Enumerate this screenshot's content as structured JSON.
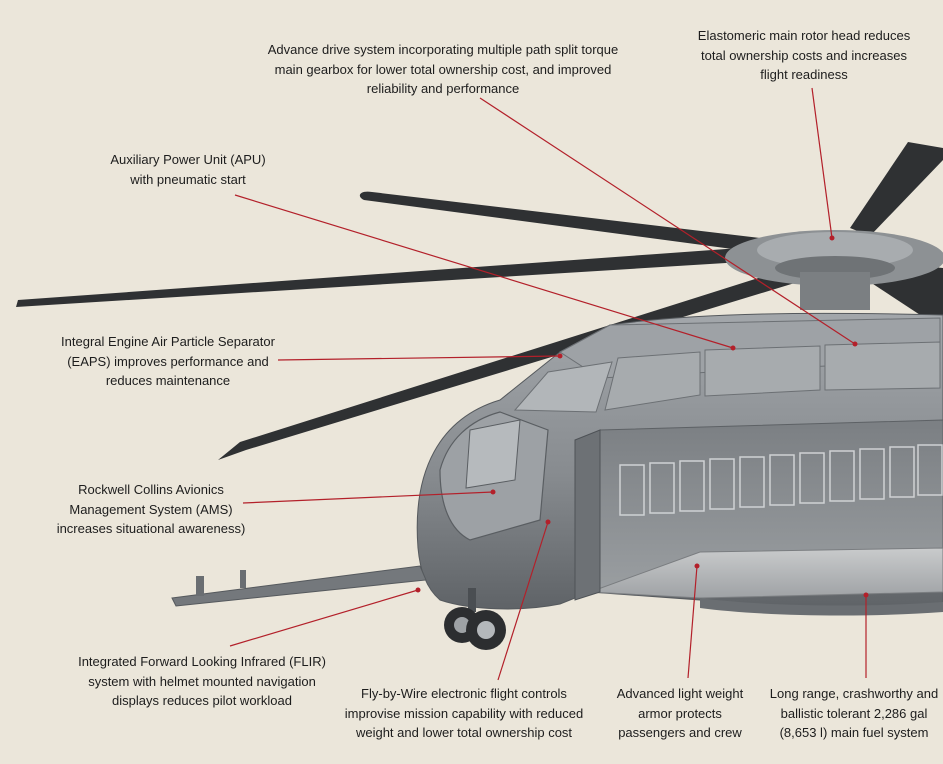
{
  "colors": {
    "background": "#ebe6da",
    "leader_line": "#b3202a",
    "fuselage": "#8a8e92",
    "rotor_blade": "#2f3133",
    "text": "#1d1d1d"
  },
  "callouts": {
    "drive_system": {
      "lines": [
        "Advance drive system incorporating multiple path split torque",
        "main gearbox for lower total ownership cost, and improved",
        "reliability and performance"
      ]
    },
    "rotor_head": {
      "lines": [
        "Elastomeric main rotor head reduces",
        "total ownership costs and increases",
        "flight readiness"
      ]
    },
    "apu": {
      "lines": [
        "Auxiliary Power Unit (APU)",
        "with pneumatic start"
      ]
    },
    "eaps": {
      "lines": [
        "Integral Engine Air Particle Separator",
        "(EAPS) improves performance and",
        "reduces maintenance"
      ]
    },
    "avionics": {
      "lines": [
        "Rockwell Collins Avionics",
        "Management System (AMS)",
        "increases situational awareness)"
      ]
    },
    "flir": {
      "lines": [
        "Integrated Forward Looking Infrared (FLIR)",
        "system with helmet mounted navigation",
        "displays reduces pilot workload"
      ]
    },
    "fly_by_wire": {
      "lines": [
        "Fly-by-Wire electronic flight controls",
        "improvise mission capability with reduced",
        "weight and lower total ownership cost"
      ]
    },
    "armor": {
      "lines": [
        "Advanced light weight",
        "armor protects",
        "passengers and crew"
      ]
    },
    "fuel": {
      "lines": [
        "Long range, crashworthy and",
        "ballistic tolerant 2,286 gal",
        "(8,653 l) main fuel system"
      ]
    }
  }
}
